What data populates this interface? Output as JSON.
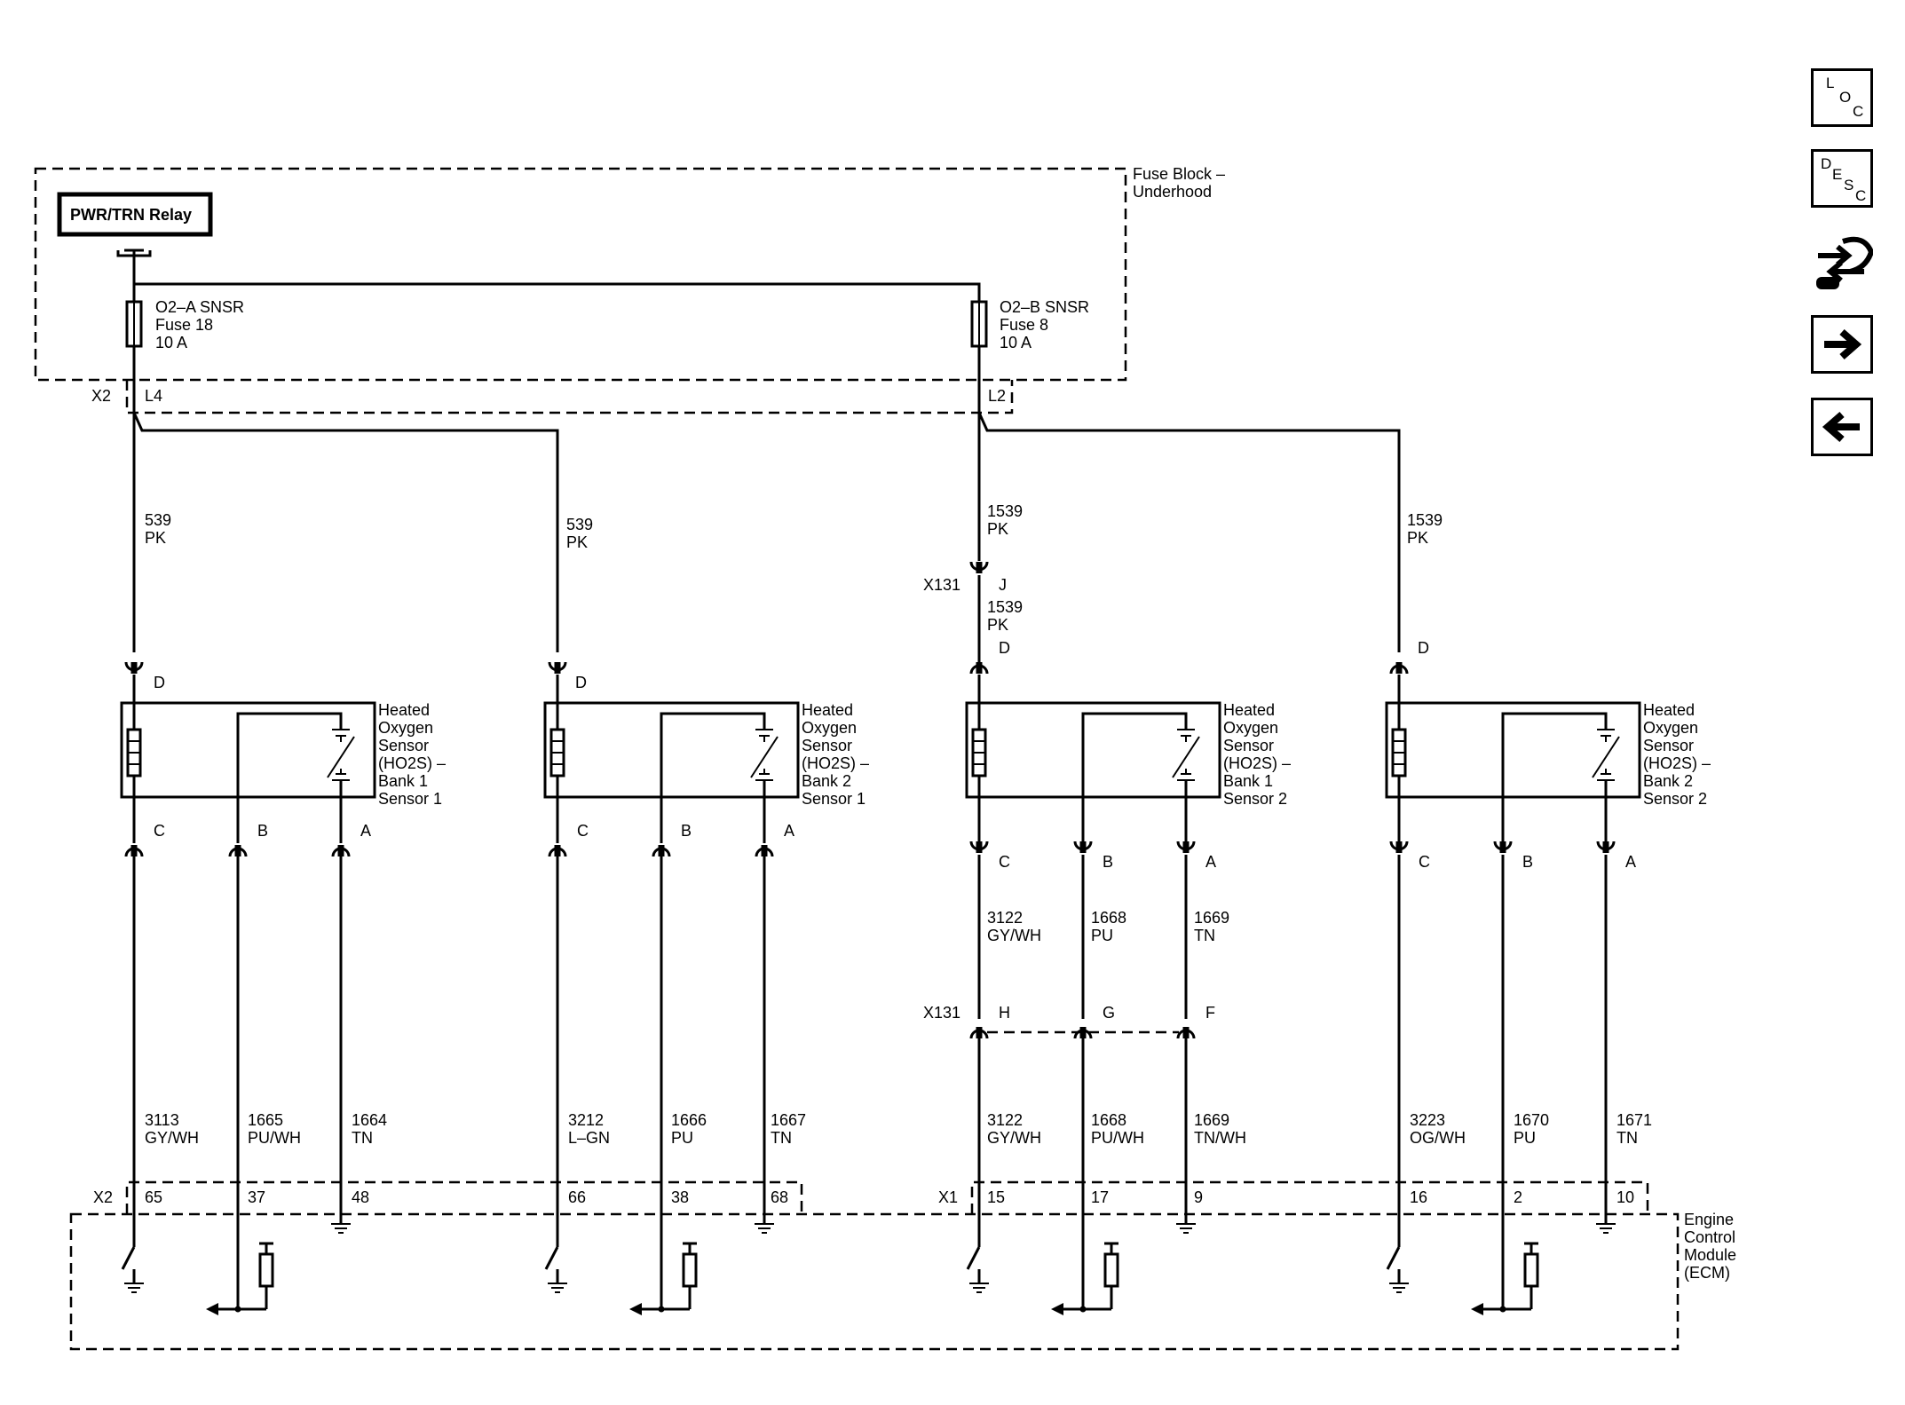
{
  "fuse_block": {
    "label_line1": "Fuse Block –",
    "label_line2": "Underhood"
  },
  "relay": {
    "label": "PWR/TRN Relay"
  },
  "fuses": [
    {
      "name": "O2–A SNSR",
      "fuse": "Fuse 18",
      "rating": "10 A"
    },
    {
      "name": "O2–B SNSR",
      "fuse": "Fuse 8",
      "rating": "10 A"
    }
  ],
  "fuse_connector": {
    "id": "X2",
    "pins": [
      "L4",
      "L2"
    ]
  },
  "inline": {
    "id_top": "X131",
    "pin_top": "J",
    "id_bottom": "X131",
    "pins_bottom": [
      "H",
      "G",
      "F"
    ]
  },
  "supply_wires": [
    {
      "circuit": "539",
      "color": "PK"
    },
    {
      "circuit": "539",
      "color": "PK"
    },
    {
      "circuit": "1539",
      "color": "PK"
    },
    {
      "circuit": "1539",
      "color": "PK"
    },
    {
      "circuit": "1539",
      "color": "PK"
    }
  ],
  "sensors": [
    {
      "lines": [
        "Heated",
        "Oxygen",
        "Sensor",
        "(HO2S)  –",
        "Bank 1",
        "Sensor 1"
      ],
      "pins": [
        "D",
        "C",
        "B",
        "A"
      ]
    },
    {
      "lines": [
        "Heated",
        "Oxygen",
        "Sensor",
        "(HO2S)  –",
        "Bank 2",
        "Sensor 1"
      ],
      "pins": [
        "D",
        "C",
        "B",
        "A"
      ]
    },
    {
      "lines": [
        "Heated",
        "Oxygen",
        "Sensor",
        "(HO2S)  –",
        "Bank 1",
        "Sensor 2"
      ],
      "pins": [
        "D",
        "C",
        "B",
        "A"
      ]
    },
    {
      "lines": [
        "Heated",
        "Oxygen",
        "Sensor",
        "(HO2S)  –",
        "Bank 2",
        "Sensor 2"
      ],
      "pins": [
        "D",
        "C",
        "B",
        "A"
      ]
    }
  ],
  "mid_wires": [
    {
      "circuit": "3122",
      "color": "GY/WH"
    },
    {
      "circuit": "1668",
      "color": "PU"
    },
    {
      "circuit": "1669",
      "color": "TN"
    }
  ],
  "ecm_wires": [
    {
      "circuit": "3113",
      "color": "GY/WH",
      "pin": "65"
    },
    {
      "circuit": "1665",
      "color": "PU/WH",
      "pin": "37"
    },
    {
      "circuit": "1664",
      "color": "TN",
      "pin": "48"
    },
    {
      "circuit": "3212",
      "color": "L–GN",
      "pin": "66"
    },
    {
      "circuit": "1666",
      "color": "PU",
      "pin": "38"
    },
    {
      "circuit": "1667",
      "color": "TN",
      "pin": "68"
    },
    {
      "circuit": "3122",
      "color": "GY/WH",
      "pin": "15"
    },
    {
      "circuit": "1668",
      "color": "PU/WH",
      "pin": "17"
    },
    {
      "circuit": "1669",
      "color": "TN/WH",
      "pin": "9"
    },
    {
      "circuit": "3223",
      "color": "OG/WH",
      "pin": "16"
    },
    {
      "circuit": "1670",
      "color": "PU",
      "pin": "2"
    },
    {
      "circuit": "1671",
      "color": "TN",
      "pin": "10"
    }
  ],
  "ecm_connectors": [
    "X2",
    "X1"
  ],
  "ecm": {
    "lines": [
      "Engine",
      "Control",
      "Module",
      "(ECM)"
    ]
  },
  "nav": {
    "loc": [
      "L",
      "O",
      "C"
    ],
    "desc": [
      "D",
      "E",
      "S",
      "C"
    ],
    "icons": [
      "connector-icon",
      "next-arrow-icon",
      "previous-arrow-icon"
    ]
  }
}
